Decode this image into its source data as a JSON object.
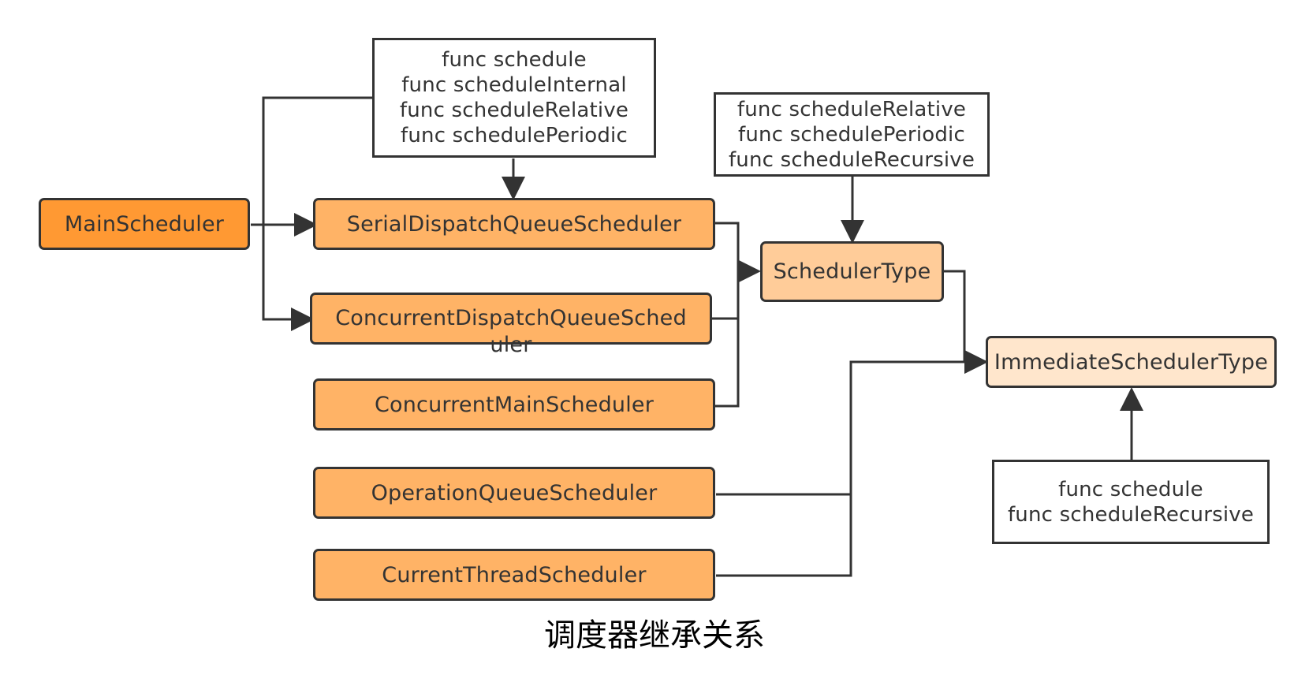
{
  "diagram": {
    "caption": "调度器继承关系",
    "colors": {
      "main_scheduler": "#FF9933",
      "subclass": "#FFB366",
      "scheduler_type": "#FFCC99",
      "immediate_type": "#FFE6CC",
      "stroke": "#333333"
    },
    "nodes": {
      "main_scheduler": "MainScheduler",
      "serial_dispatch": "SerialDispatchQueueScheduler",
      "concurrent_dispatch": "ConcurrentDispatchQueueScheduler",
      "concurrent_main": "ConcurrentMainScheduler",
      "operation_queue": "OperationQueueScheduler",
      "current_thread": "CurrentThreadScheduler",
      "scheduler_type": "SchedulerType",
      "immediate_type": "ImmediateSchedulerType"
    },
    "notes": {
      "serial_funcs": [
        "func schedule",
        "func scheduleInternal",
        "func scheduleRelative",
        "func schedulePeriodic"
      ],
      "scheduler_type_funcs": [
        "func scheduleRelative",
        "func schedulePeriodic",
        "func scheduleRecursive"
      ],
      "immediate_funcs": [
        "func schedule",
        "func scheduleRecursive"
      ]
    }
  }
}
